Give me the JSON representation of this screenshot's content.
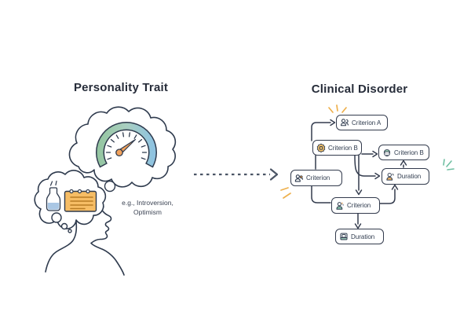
{
  "left_panel": {
    "title": "Personality Trait",
    "caption_line1": "e.g., Introversion,",
    "caption_line2": "Optimism",
    "illustration": {
      "head": "human-head-profile",
      "thought_bubble_large": "gauge-meter",
      "thought_bubble_small": "bottle-and-notepad"
    }
  },
  "connector": {
    "style": "dashed-arrow",
    "direction": "left-to-right"
  },
  "right_panel": {
    "title": "Clinical Disorder",
    "nodes": [
      {
        "label": "Criterion A",
        "icon": "users-icon"
      },
      {
        "label": "Criterion B",
        "icon": "badge-icon"
      },
      {
        "label": "Criterion B",
        "icon": "face-cap-icon"
      },
      {
        "label": "Duration",
        "icon": "person-icon"
      },
      {
        "label": "Criterion",
        "icon": "users-key-icon"
      },
      {
        "label": "Criterion",
        "icon": "person-chat-icon"
      },
      {
        "label": "Duration",
        "icon": "archive-icon"
      }
    ],
    "decorations": [
      {
        "name": "sparkle-top",
        "color": "#eeb04c"
      },
      {
        "name": "sparkle-left",
        "color": "#eeb04c"
      },
      {
        "name": "sparkle-right",
        "color": "#6fbfa2"
      }
    ]
  },
  "colors": {
    "outline": "#2e3a4d",
    "accent_orange": "#f2a25c",
    "accent_yellow": "#f5c36a",
    "accent_green": "#95c6a2",
    "accent_blue": "#8fc3e0",
    "accent_teal": "#84c1a8",
    "dashed_arrow": "#4b5565"
  }
}
